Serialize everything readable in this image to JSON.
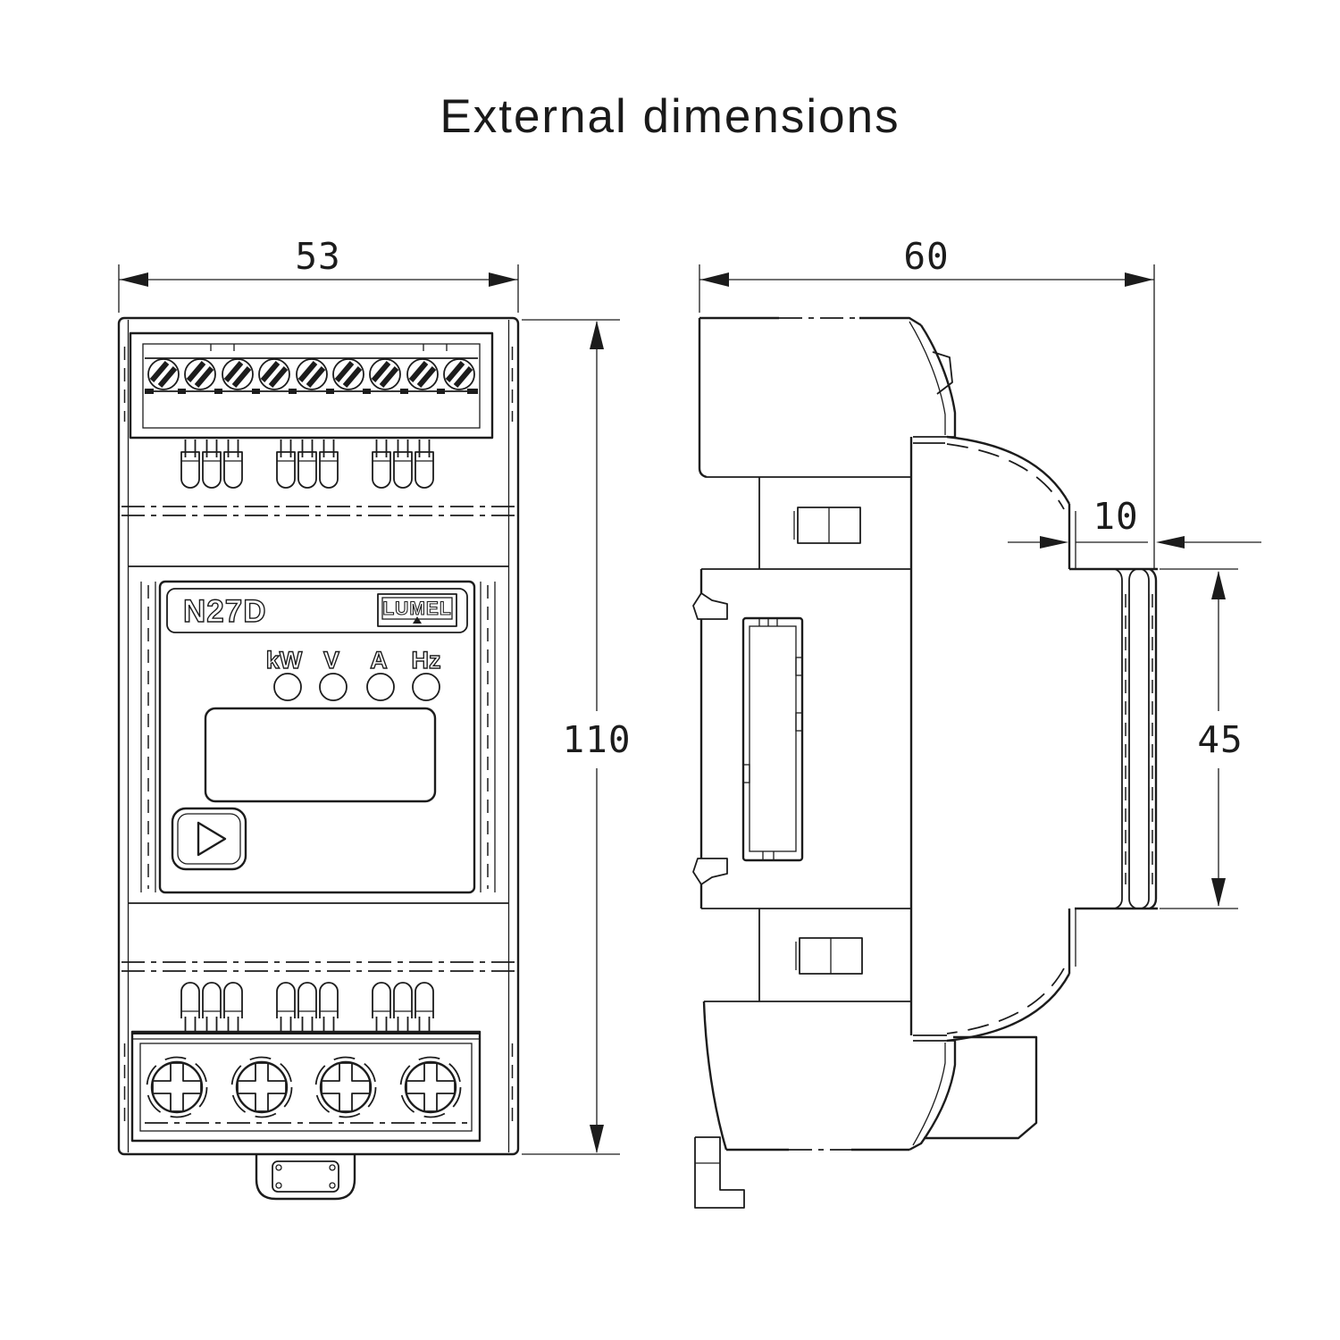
{
  "title": "External dimensions",
  "dimensions": {
    "front_width_mm": "53",
    "front_height_mm": "110",
    "side_depth_mm": "60",
    "rail_lip_mm": "10",
    "rail_cutout_mm": "45"
  },
  "device": {
    "model": "N27D",
    "brand": "LUMEL",
    "led_labels": [
      "kW",
      "V",
      "A",
      "Hz"
    ]
  },
  "icons": {
    "button": "play-triangle-icon",
    "top_terminals": "slotted-screw-icon",
    "bottom_terminals": "cross-screw-icon",
    "mount": "din-rail-clip"
  },
  "colors": {
    "line": "#1c1c1c",
    "background": "#ffffff"
  }
}
